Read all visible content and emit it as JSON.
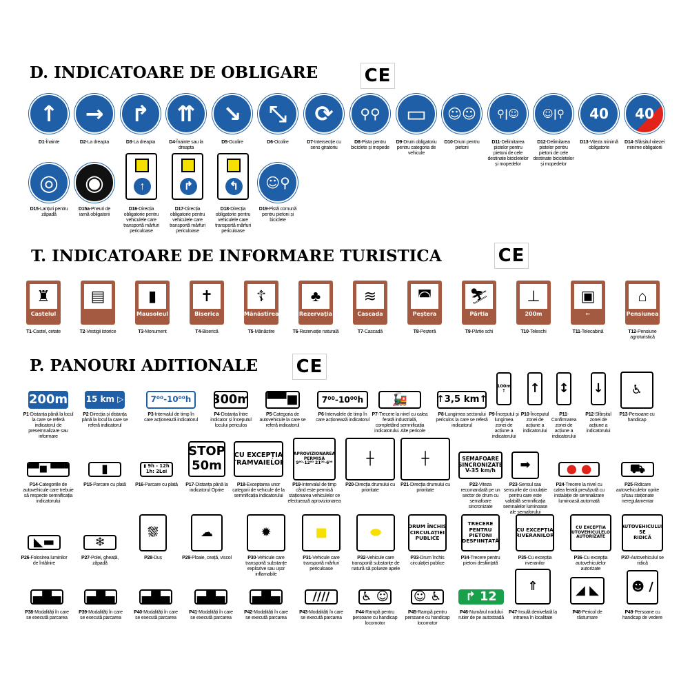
{
  "sections": {
    "d": {
      "title": "D. INDICATOARE DE OBLIGARE",
      "ce": "CE"
    },
    "t": {
      "title": "T. INDICATOARE  DE INFORMARE TURISTICA",
      "ce": "CE"
    },
    "p": {
      "title": "P. PANOURI ADITIONALE",
      "ce": "CE"
    }
  },
  "colors": {
    "blue": "#1f5fa8",
    "brown": "#a35a40",
    "red": "#e2231a",
    "yellow": "#f5e000",
    "green": "#19a04a"
  },
  "d_signs": [
    {
      "code": "D1",
      "caption": "Înainte",
      "glyph": "↑",
      "icon": "arrow-up-icon"
    },
    {
      "code": "D2",
      "caption": "La dreapta",
      "glyph": "→",
      "icon": "arrow-right-icon"
    },
    {
      "code": "D3",
      "caption": "La dreapta",
      "glyph": "↱",
      "icon": "turn-right-icon"
    },
    {
      "code": "D4",
      "caption": "Înainte sau la dreapta",
      "glyph": "⇈",
      "icon": "straight-or-right-icon"
    },
    {
      "code": "D5",
      "caption": "Ocolire",
      "glyph": "↘",
      "icon": "arrow-down-right-icon"
    },
    {
      "code": "D6",
      "caption": "Ocolire",
      "glyph": "⤡",
      "icon": "bypass-both-icon"
    },
    {
      "code": "D7",
      "caption": "Intersecție cu sens giratoriu",
      "glyph": "⟳",
      "icon": "roundabout-icon"
    },
    {
      "code": "D8",
      "caption": "Pista pentru biciclete și mopede",
      "glyph": "⚲⚲",
      "icon": "bicycle-icon"
    },
    {
      "code": "D9",
      "caption": "Drum obligatoriu pentru categoria de vehicule",
      "glyph": "▭",
      "icon": "bus-icon"
    },
    {
      "code": "D10",
      "caption": "Drum pentru pietoni",
      "glyph": "☺☺",
      "icon": "pedestrians-icon"
    },
    {
      "code": "D11",
      "caption": "Delimitarea pistelor pentru pietoni de cele destinate bicicletelor și mopedelor",
      "glyph": "⚲|☺",
      "icon": "bike-pedestrian-split-icon"
    },
    {
      "code": "D12",
      "caption": "Delimitarea pistelor pentru pietoni de cele destinate bicicletelor și mopedelor",
      "glyph": "☺|⚲",
      "icon": "pedestrian-bike-split-icon"
    },
    {
      "code": "D13",
      "caption": "Viteza minimă obligatorie",
      "glyph": "40",
      "icon": "min-speed-icon"
    },
    {
      "code": "D14",
      "caption": "Sfârșitul vitezei minime obligatorii",
      "glyph": "40",
      "icon": "end-min-speed-icon"
    },
    {
      "code": "D15",
      "caption": "Lanțuri pentru zăpadă",
      "glyph": "◎",
      "icon": "snow-chains-icon"
    },
    {
      "code": "D15a",
      "caption": "Pneuri de iarnă obligatorii",
      "glyph": "◉",
      "icon": "winter-tyres-icon"
    },
    {
      "code": "D16",
      "caption": "Direcția obligatorie pentru vehiculele care transportă mărfuri periculoase",
      "glyph": "↑",
      "icon": "hazmat-straight-icon"
    },
    {
      "code": "D17",
      "caption": "Direcția obligatorie pentru vehiculele care transportă mărfuri periculoase",
      "glyph": "↱",
      "icon": "hazmat-right-icon"
    },
    {
      "code": "D18",
      "caption": "Direcția obligatorie pentru vehiculele care transportă mărfuri periculoase",
      "glyph": "↰",
      "icon": "hazmat-left-icon"
    },
    {
      "code": "D19",
      "caption": "Pistă comună pentru pietoni și biciclete",
      "glyph": "☺⚲",
      "icon": "shared-path-icon"
    }
  ],
  "t_signs": [
    {
      "code": "T1",
      "caption": "Castel, cetate",
      "label": "Castelul",
      "glyph": "♜",
      "icon": "castle-icon"
    },
    {
      "code": "T2",
      "caption": "Vestigii istorice",
      "label": "",
      "glyph": "▤",
      "icon": "ruins-icon"
    },
    {
      "code": "T3",
      "caption": "Monument",
      "label": "Mausoleul",
      "glyph": "▮",
      "icon": "monument-icon"
    },
    {
      "code": "T4",
      "caption": "Biserică",
      "label": "Biserica",
      "glyph": "✝",
      "icon": "church-icon"
    },
    {
      "code": "T5",
      "caption": "Mănăstire",
      "label": "Mănăstirea",
      "glyph": "☦",
      "icon": "monastery-icon"
    },
    {
      "code": "T6",
      "caption": "Rezervație naturală",
      "label": "Rezervația",
      "glyph": "♣",
      "icon": "nature-reserve-icon"
    },
    {
      "code": "T7",
      "caption": "Cascadă",
      "label": "Cascada",
      "glyph": "≋",
      "icon": "waterfall-icon"
    },
    {
      "code": "T8",
      "caption": "Peșteră",
      "label": "Peștera",
      "glyph": "◚",
      "icon": "cave-icon"
    },
    {
      "code": "T9",
      "caption": "Pârtie schi",
      "label": "Pârtia",
      "glyph": "⛷",
      "icon": "ski-slope-icon"
    },
    {
      "code": "T10",
      "caption": "Teleschi",
      "label": "200m",
      "glyph": "⊥",
      "icon": "ski-lift-icon"
    },
    {
      "code": "T11",
      "caption": "Telecabină",
      "label": "←",
      "glyph": "▣",
      "icon": "cable-car-icon"
    },
    {
      "code": "T12",
      "caption": "Pensiune agroturistică",
      "label": "Pensiunea",
      "glyph": "⌂",
      "icon": "guesthouse-icon"
    }
  ],
  "p_rows": [
    [
      {
        "code": "P1",
        "caption": "Distanța până la locul la care se referă indicatorul de presemnalizare sau informare",
        "lines": [
          "200m"
        ],
        "variant": "blue"
      },
      {
        "code": "P2",
        "caption": "Direcția și distanța până la locul la care se referă indicatorul",
        "lines": [
          "15 km ▷"
        ],
        "variant": "blue"
      },
      {
        "code": "P3",
        "caption": "Intervalul de timp în care acționează indicatorul",
        "lines": [
          "7⁰⁰-10⁰⁰h"
        ],
        "variant": "blueo"
      },
      {
        "code": "P4",
        "caption": "Distanța între indicator și începutul locului  periculos",
        "lines": [
          "300m"
        ]
      },
      {
        "code": "P5",
        "caption": "Categoria de autovehicule la care se referă indicatorul",
        "lines": [
          "▀▀■"
        ]
      },
      {
        "code": "P6",
        "caption": "Intervalele de timp în care acționează indicatorul",
        "lines": [
          "7⁰⁰-10⁰⁰h"
        ]
      },
      {
        "code": "P7",
        "caption": "Trecere la nivel cu calea ferată industrială, completând semnificația indicatorului. Alte pericole",
        "lines": [
          "🚂"
        ]
      },
      {
        "code": "P8",
        "caption": "Lungimea sectorului periculos la care se referă indicatorul",
        "lines": [
          "↑3,5 km↑"
        ]
      },
      {
        "code": "P9",
        "caption": "Începutul și lungimea zonei de acțiune a indicatorului",
        "lines": [
          "100m",
          "↑"
        ]
      },
      {
        "code": "P10",
        "caption": "Începutul zonei de acțiune a indicatorului",
        "lines": [
          "↑"
        ]
      },
      {
        "code": "P11",
        "caption": "Confirmarea zonei de acțiune a indicatorului",
        "lines": [
          "↕"
        ]
      },
      {
        "code": "P12",
        "caption": "Sfârșitul zonei de acțiune a indicatorului",
        "lines": [
          "↓"
        ]
      },
      {
        "code": "P13",
        "caption": "Persoane cu handicap",
        "lines": [
          "♿"
        ]
      }
    ],
    [
      {
        "code": "P14",
        "caption": "Categoriile de autovehicule care trebuie să respecte semnificația indicatorului",
        "lines": [
          "▀▀■ ▀▀▀"
        ]
      },
      {
        "code": "P15",
        "caption": "Parcare cu plată",
        "lines": [
          "▮"
        ]
      },
      {
        "code": "P16",
        "caption": "Parcare cu plată",
        "lines": [
          "▮ 9h - 12h",
          "1h: 2Lei"
        ]
      },
      {
        "code": "P17",
        "caption": "Distanța până la indicatorul Oprire",
        "lines": [
          "STOP",
          "50m"
        ]
      },
      {
        "code": "P18",
        "caption": "Exceptarea unor categorii de vehicule de la semnificația indicatorului",
        "lines": [
          "CU EXCEPȚIA",
          "TRAMVAIELOR"
        ]
      },
      {
        "code": "P19",
        "caption": "Intervalul de timp când este permisă staționarea vehiculelor ce efectuează aprovizionarea",
        "lines": [
          "APROVIZIONAREA",
          "PERMISĂ",
          "9⁰⁰-12⁰⁰ 21⁰⁰-6⁰⁰"
        ]
      },
      {
        "code": "P20",
        "caption": "Direcția drumului cu prioritate",
        "lines": [
          "┼"
        ]
      },
      {
        "code": "P21",
        "caption": "Direcția drumului cu prioritate",
        "lines": [
          "┼"
        ]
      },
      {
        "code": "P22",
        "caption": "Viteza recomandată pe un sector de drum cu semafoare sincronizate",
        "lines": [
          "SEMAFOARE",
          "SINCRONIZATE",
          "V-35 km/h"
        ]
      },
      {
        "code": "P23",
        "caption": "Sensul sau sensurile de circulație pentru care este valabilă semnificația semnalelor luminoase ale semaforului",
        "lines": [
          "➡"
        ]
      },
      {
        "code": "P24",
        "caption": "Trecere la nivel cu calea ferată prevăzută cu instalație de semnalizare luminoasă automată",
        "lines": [
          "● ●"
        ]
      },
      {
        "code": "P25",
        "caption": "Ridicare autovehiculelor oprite și/sau staționate neregulamentar",
        "lines": [
          "⛟"
        ]
      }
    ],
    [
      {
        "code": "P26",
        "caption": "Folosirea luminilor de întâlnire",
        "lines": [
          "◣▬"
        ]
      },
      {
        "code": "P27",
        "caption": "Polei, gheață, zăpadă",
        "lines": [
          "❄"
        ]
      },
      {
        "code": "P28",
        "caption": "Duș",
        "lines": [
          "⛆"
        ]
      },
      {
        "code": "P29",
        "caption": "Ploaie, ceață, viscol",
        "lines": [
          "☁"
        ]
      },
      {
        "code": "P30",
        "caption": "Vehicule care transportă substanțe explozive sau ușor inflamabile",
        "lines": [
          "✹"
        ]
      },
      {
        "code": "P31",
        "caption": "Vehicule care transportă mărfuri periculoase",
        "lines": [
          "■"
        ]
      },
      {
        "code": "P32",
        "caption": "Vehicule care transportă substanțe de natură să polueze apele",
        "lines": [
          "⬬"
        ]
      },
      {
        "code": "P33",
        "caption": "Drum închis circulației publice",
        "lines": [
          "DRUM ÎNCHIS",
          "CIRCULAȚIEI",
          "PUBLICE"
        ]
      },
      {
        "code": "P34",
        "caption": "Trecere pentru pietoni desființată",
        "lines": [
          "TRECERE",
          "PENTRU",
          "PIETONI",
          "DESFIINȚATĂ"
        ]
      },
      {
        "code": "P35",
        "caption": "Cu excepția riveranilor",
        "lines": [
          "CU EXCEPȚIA",
          "RIVERANILOR"
        ]
      },
      {
        "code": "P36",
        "caption": "Cu excepția autovehiculelor autorizate",
        "lines": [
          "CU EXCEPȚIA",
          "AUTOVEHICULELOR",
          "AUTORIZATE"
        ]
      },
      {
        "code": "P37",
        "caption": "Autovehiculul se ridică",
        "lines": [
          "AUTOVEHICULUL",
          "SE",
          "RIDICĂ"
        ]
      }
    ],
    [
      {
        "code": "P38",
        "caption": "Modalități în care se execută parcarea",
        "lines": [
          "▄█▄"
        ]
      },
      {
        "code": "P39",
        "caption": "Modalități în care se execută parcarea",
        "lines": [
          "▄█▄"
        ]
      },
      {
        "code": "P40",
        "caption": "Modalități în care se execută parcarea",
        "lines": [
          "▄█▄"
        ]
      },
      {
        "code": "P41",
        "caption": "Modalități în care se execută parcarea",
        "lines": [
          "▄█▄"
        ]
      },
      {
        "code": "P42",
        "caption": "Modalități în care se execută parcarea",
        "lines": [
          "▄█▄"
        ]
      },
      {
        "code": "P43",
        "caption": "Modalități în care se execută parcarea",
        "lines": [
          "////"
        ]
      },
      {
        "code": "P44",
        "caption": "Rampă pentru persoane cu handicap locomotor",
        "lines": [
          "♿ ☺"
        ]
      },
      {
        "code": "P45",
        "caption": "Rampă pentru persoane cu handicap locomotor",
        "lines": [
          "☺ ♿"
        ]
      },
      {
        "code": "P46",
        "caption": "Numărul nodului rutier de pe autostradă",
        "lines": [
          "↱ 12"
        ],
        "variant": "green"
      },
      {
        "code": "P47",
        "caption": "Insulă denivelată la intrarea în localitate",
        "lines": [
          "⇑"
        ]
      },
      {
        "code": "P48",
        "caption": "Pericol de răsturnare",
        "lines": [
          "◢ ◣"
        ]
      },
      {
        "code": "P49",
        "caption": "Persoane cu handicap de vedere",
        "lines": [
          "☻ /"
        ]
      }
    ]
  ]
}
